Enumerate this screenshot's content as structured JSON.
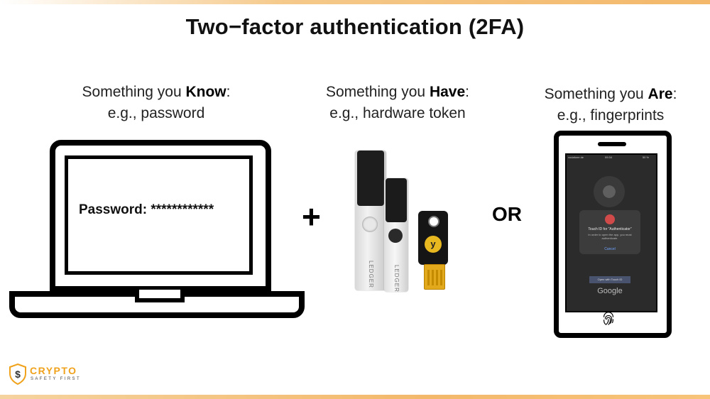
{
  "title": "Two−factor authentication (2FA)",
  "factors": [
    {
      "lead": "Something you ",
      "keyword": "Know",
      "colon": ":",
      "example": "e.g., password"
    },
    {
      "lead": "Something you ",
      "keyword": "Have",
      "colon": ":",
      "example": "e.g., hardware token"
    },
    {
      "lead": "Something you ",
      "keyword": "Are",
      "colon": ":",
      "example": "e.g., fingerprints"
    }
  ],
  "operators": {
    "plus": "+",
    "or": "OR"
  },
  "laptop": {
    "password_text": "Password: ************"
  },
  "hardware": {
    "ledger_label": "LEDGER",
    "yubikey_glyph": "y"
  },
  "phone": {
    "carrier": "vodafone.de",
    "time": "09:34",
    "battery": "50 %",
    "touch_id_title": "Touch ID for “Authenticator”",
    "touch_id_body": "In order to open the app, you must authenticate.",
    "cancel_label": "Cancel",
    "open_button": "Open with Touch ID",
    "google_text": "Google"
  },
  "brand": {
    "name": "CRYPTO",
    "tagline": "SAFETY FIRST",
    "color": "#f0a21c"
  },
  "colors": {
    "accent_bar": "#f3b86a"
  }
}
